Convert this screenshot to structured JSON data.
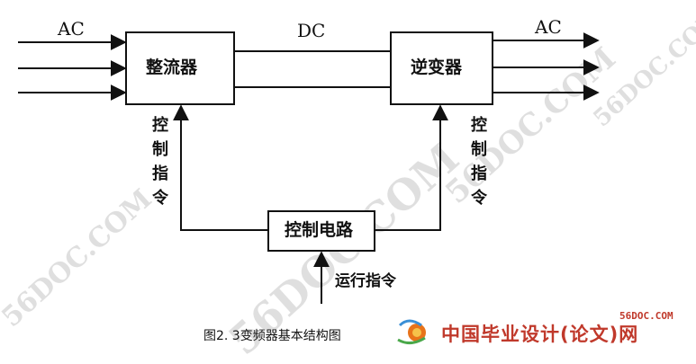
{
  "diagram": {
    "input_label": "AC",
    "dc_label": "DC",
    "output_label": "AC",
    "rectifier_label": "整流器",
    "inverter_label": "逆变器",
    "control_circuit_label": "控制电路",
    "left_command_label": "控制指令",
    "right_command_label": "控制指令",
    "run_command_label": "运行指令",
    "caption": "图2. 3变频器基本结构图"
  },
  "branding": {
    "site": "56DOC.COM",
    "logo_text": "中国毕业设计(论文)网",
    "watermark_text": "56DOC.COM",
    "accent_color": "#c0392b"
  }
}
